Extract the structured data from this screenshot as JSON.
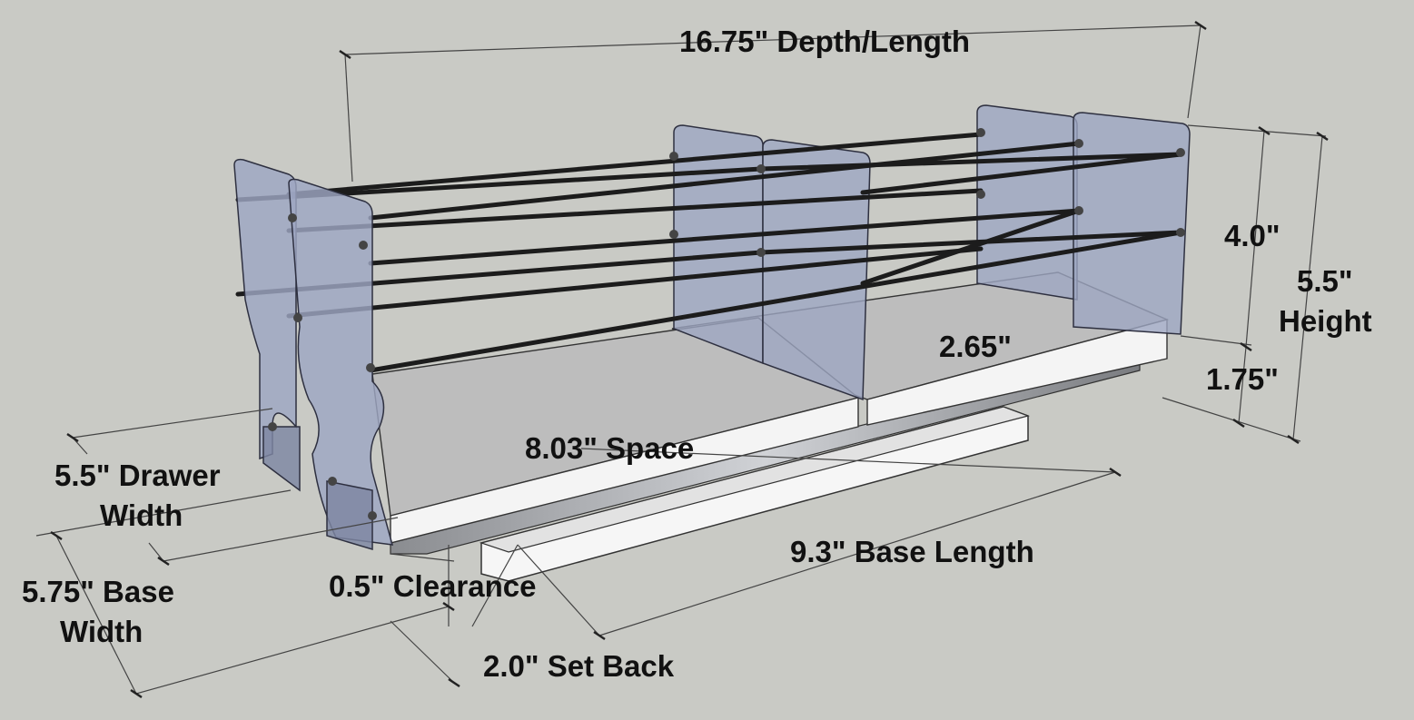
{
  "labels": {
    "depth_length": "16.75\" Depth/Length",
    "inner_height": "4.0\"",
    "total_height_value": "5.5\"",
    "total_height_word": "Height",
    "base_height": "1.75\"",
    "rear_space": "2.65\"",
    "front_space": "8.03\" Space",
    "drawer_width_line1": "5.5\" Drawer",
    "drawer_width_line2": "Width",
    "base_width_line1": "5.75\" Base",
    "base_width_line2": "Width",
    "clearance": "0.5\" Clearance",
    "base_length": "9.3\" Base Length",
    "set_back": "2.0\" Set Back"
  },
  "colors": {
    "background": "#c9cac5",
    "acrylic_panel": "#9ea6c2",
    "panel_edge": "#2e3040",
    "rail": "#1c1c1c",
    "tray_top": "#bcbcbc",
    "tray_front": "#f4f4f4",
    "dimension_line": "#444444",
    "label_text": "#111111"
  }
}
